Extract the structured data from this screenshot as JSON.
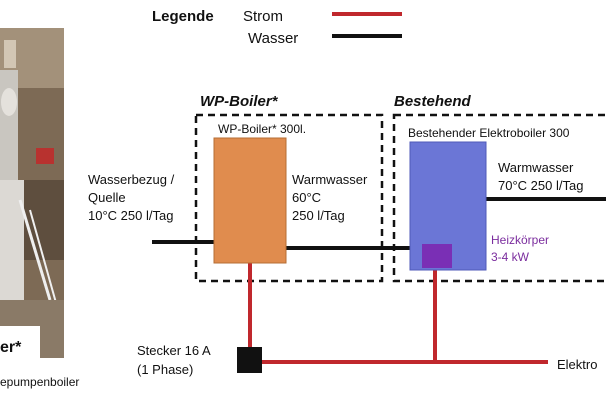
{
  "legend": {
    "title": "Legende",
    "power_label": "Strom",
    "water_label": "Wasser"
  },
  "wp_boiler": {
    "group_title": "WP-Boiler*",
    "tank_label": "WP-Boiler* 300l.",
    "hot_water": [
      "Warmwasser",
      "60°C",
      "250 l/Tag"
    ]
  },
  "existing": {
    "group_title": "Bestehend",
    "tank_label": "Bestehender  Elektroboiler 300",
    "hot_water": [
      "Warmwasser",
      "70°C 250 l/Tag"
    ],
    "heater": [
      "Heizkörper",
      "3-4 kW"
    ]
  },
  "water_supply": [
    "Wasserbezug /",
    "Quelle",
    "10°C 250 l/Tag"
  ],
  "plug": [
    "Stecker 16 A",
    "(1 Phase)"
  ],
  "power_out_label": "Elektro",
  "photo": {
    "caption_partial": "er*",
    "subcaption_partial": "epumpenboiler"
  },
  "colors": {
    "power_line": "#c0282d",
    "water_line": "#111111",
    "wp_tank": "#e08c4e",
    "existing_tank": "#6b76d6",
    "heater": "#7a2fb5",
    "plug": "#111111",
    "photo_bg": "#7d6a55"
  }
}
